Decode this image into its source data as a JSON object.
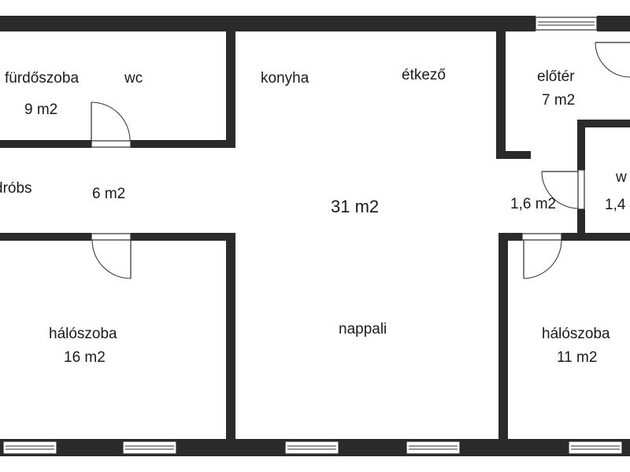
{
  "colors": {
    "wall": "#2b2b2b",
    "background": "#ffffff",
    "text": "#1a1a1a"
  },
  "labels": {
    "bathroom_name": "fürdőszoba",
    "bathroom_area": "9 m2",
    "wc_top": "wc",
    "kitchen": "konyha",
    "dining": "étkező",
    "entrance_name": "előtér",
    "entrance_area": "7 m2",
    "wardrobe_name": "dróbs",
    "wardrobe_area": "6 m2",
    "main_area": "31 m2",
    "corridor_area": "1,6 m2",
    "wc_right_name": "w",
    "wc_right_area": "1,4",
    "bedroom_left_name": "hálószoba",
    "bedroom_left_area": "16 m2",
    "living_room": "nappali",
    "bedroom_right_name": "hálószoba",
    "bedroom_right_area": "11 m2"
  }
}
